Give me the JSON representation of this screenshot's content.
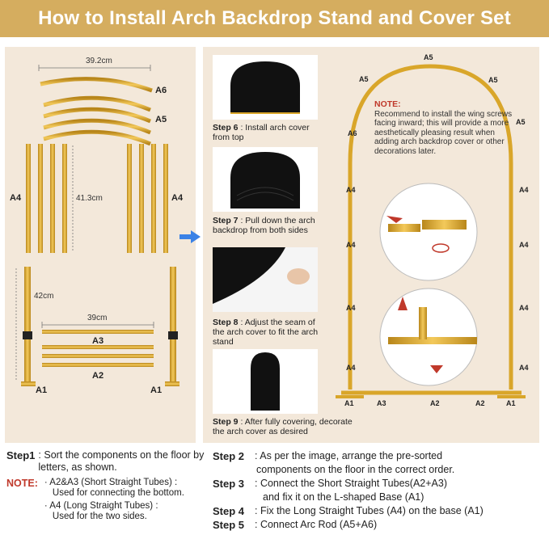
{
  "title": "How to Install Arch Backdrop Stand and Cover Set",
  "left_panel": {
    "dim_arc": "39.2cm",
    "dim_long": "41.3cm",
    "dim_upright": "42cm",
    "dim_short": "39cm",
    "labels": {
      "a6": "A6",
      "a5": "A5",
      "a4_left": "A4",
      "a4_right": "A4",
      "a3": "A3",
      "a2": "A2",
      "a1_left": "A1",
      "a1_right": "A1"
    }
  },
  "steps_panel": {
    "step6": {
      "num": "Step 6",
      "text": ": Install arch cover from top"
    },
    "step7": {
      "num": "Step 7",
      "text": ": Pull down the arch backdrop from both sides"
    },
    "step8": {
      "num": "Step 8",
      "text": ": Adjust the seam of the arch cover to fit the arch stand"
    },
    "step9": {
      "num": "Step 9",
      "text": ": After fully covering, decorate the arch cover as desired"
    }
  },
  "arch_diagram": {
    "labels": {
      "a5_top": "A5",
      "a5_left": "A5",
      "a5_right": "A5",
      "a5_far_right": "A5",
      "a6": "A6",
      "a4_l1": "A4",
      "a4_l2": "A4",
      "a4_l3": "A4",
      "a4_l4": "A4",
      "a4_r1": "A4",
      "a4_r2": "A4",
      "a4_r3": "A4",
      "a4_r4": "A4",
      "a1_left": "A1",
      "a3": "A3",
      "a2_left": "A2",
      "a2_right": "A2",
      "a1_right": "A1"
    },
    "note_title": "NOTE:",
    "note_text": "Recommend to install the wing screws facing inward; this will provide a more aesthetically pleasing result when adding arch backdrop cover or other decorations later."
  },
  "bottom_left": {
    "step1_num": "Step1",
    "step1_text": ": Sort the components on the floor by letters, as shown.",
    "note_label": "NOTE:",
    "note1": "· A2&A3 (Short Straight Tubes) :",
    "note1b": "Used for connecting the bottom.",
    "note2": "· A4 (Long Straight Tubes) :",
    "note2b": "Used for the two sides."
  },
  "bottom_right": {
    "step2_num": "Step 2",
    "step2_text": ": As per the image, arrange the pre-sorted",
    "step2_text2": "components on the floor in the correct order.",
    "step3_num": "Step 3",
    "step3_text": ": Connect the Short Straight Tubes(A2+A3)",
    "step3_text2": "and fix it on the L-shaped Base (A1)",
    "step4_num": "Step 4",
    "step4_text": ": Fix the Long Straight Tubes (A4) on the base (A1)",
    "step5_num": "Step 5",
    "step5_text": ": Connect Arc Rod (A5+A6)"
  },
  "colors": {
    "gold": "#d9a62a",
    "banner": "#d5ad5f",
    "panel": "#f3e8da",
    "accent_red": "#c0392b",
    "arrow_blue": "#3b82e6"
  }
}
